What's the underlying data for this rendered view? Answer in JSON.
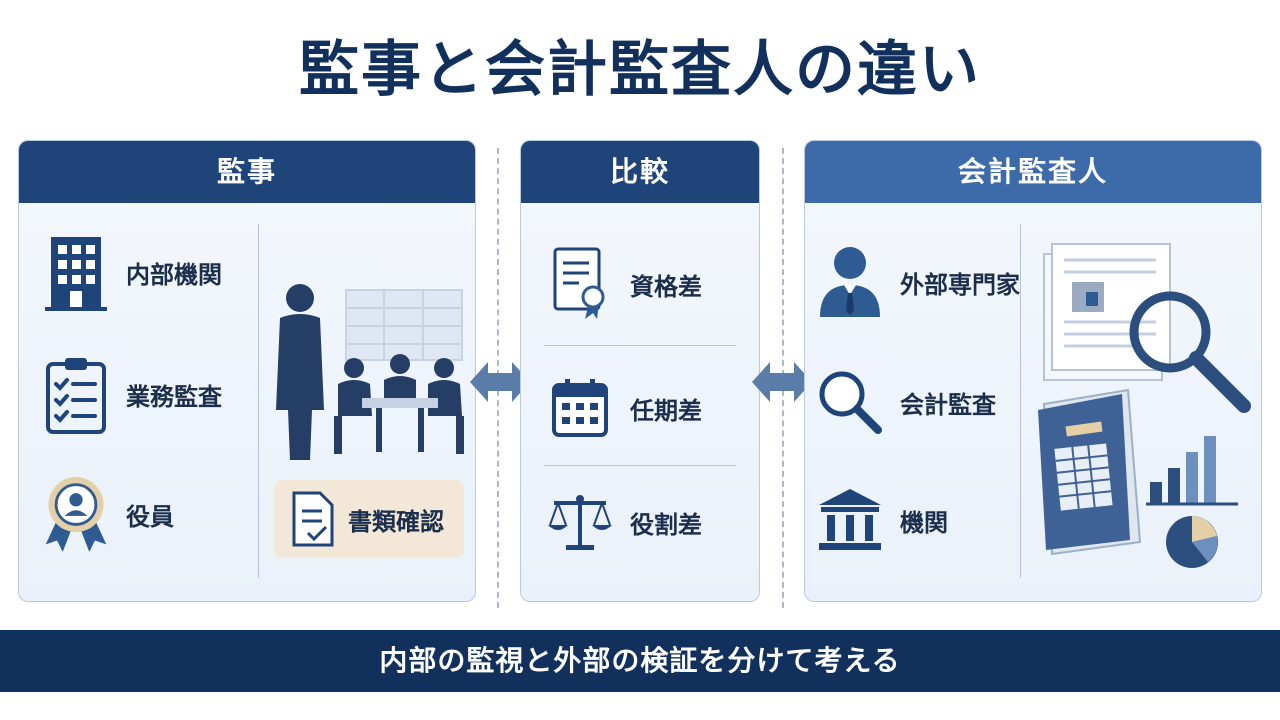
{
  "title": "監事と会計監査人の違い",
  "left": {
    "header": "監事",
    "items": [
      {
        "label": "内部機関",
        "icon": "building-icon"
      },
      {
        "label": "業務監査",
        "icon": "clipboard-checklist-icon"
      },
      {
        "label": "役員",
        "icon": "award-badge-icon"
      }
    ],
    "doc_badge": "書類確認"
  },
  "middle": {
    "header": "比較",
    "items": [
      {
        "label": "資格差",
        "icon": "certificate-icon"
      },
      {
        "label": "任期差",
        "icon": "calendar-icon"
      },
      {
        "label": "役割差",
        "icon": "scales-icon"
      }
    ]
  },
  "right": {
    "header": "会計監査人",
    "items": [
      {
        "label": "外部専門家",
        "icon": "person-icon"
      },
      {
        "label": "会計監査",
        "icon": "magnifier-icon"
      },
      {
        "label": "機関",
        "icon": "institution-icon"
      }
    ]
  },
  "footer": "内部の監視と外部の検証を分けて考える",
  "colors": {
    "navy": "#12305c",
    "header_left": "#1e4479",
    "header_right": "#3d6aa8",
    "accent": "#2f5b93",
    "badge": "#f3e8d8"
  }
}
